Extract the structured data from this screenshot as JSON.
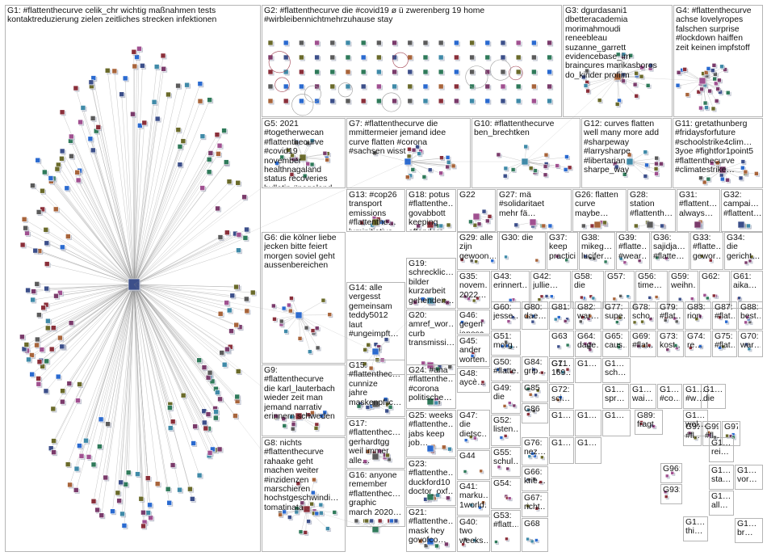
{
  "graph": {
    "groups": [
      {
        "id": "G1",
        "lines": [
          "G1: #flattenthecurve celik_chr wichtig maßnahmen tests",
          "kontaktreduzierung zielen zeitliches strecken infektionen"
        ]
      },
      {
        "id": "G2",
        "lines": [
          "G2: #flattenthecurve die #covid19 ø ü zwerenberg 19 home",
          "#wirbleibennichtmehrzuhause stay"
        ]
      },
      {
        "id": "G3",
        "lines": [
          "G3: dgurdasani1",
          "dbetteracademia",
          "morimahmoudi",
          "reneebleau",
          "suzanne_garrett",
          "evidencebase_im",
          "braincures marikasboros",
          "do_kinder profiim"
        ]
      },
      {
        "id": "G4",
        "lines": [
          "G4: #flattenthecurve",
          "achse lovelyropes",
          "falschen surprise",
          "#lockdown haiffen",
          "zeit keinen impfstoff"
        ]
      },
      {
        "id": "G5",
        "lines": [
          "G5: 2021",
          "#togetherwecan",
          "#flattenthecurve",
          "#covid19",
          "november",
          "healthnagaland",
          "status recoveries",
          "bulletin #nagaland"
        ]
      },
      {
        "id": "G7",
        "lines": [
          "G7: #flattenthecurve die",
          "mmittermeier jemand idee",
          "curve flatten #corona",
          "#sachsen wisst"
        ]
      },
      {
        "id": "G10",
        "lines": [
          "G10: #flattenthecurve",
          "ben_brechtken"
        ]
      },
      {
        "id": "G12",
        "lines": [
          "G12: curves flatten",
          "well many more add",
          "#sharpeway",
          "#larrysharpe",
          "#libertarian",
          "sharpe_way"
        ]
      },
      {
        "id": "G11",
        "lines": [
          "G11: gretathunberg",
          "#fridaysforfuture",
          "#schoolstrike4clim…",
          "3yoe #fightfor1point5",
          "#flattenthecurve",
          "#climatestrike…"
        ]
      },
      {
        "id": "G13",
        "lines": [
          "G13: #cop26",
          "transport",
          "emissions",
          "#flattenthe…",
          "luminitiative…"
        ]
      },
      {
        "id": "G18",
        "lines": [
          "G18: potus",
          "#flattenthe…",
          "govabbott",
          "keeping",
          "offenders…"
        ]
      },
      {
        "id": "G22",
        "lines": [
          "G22"
        ]
      },
      {
        "id": "G27",
        "lines": [
          "G27: mä",
          "#solidaritaet",
          "mehr fä…"
        ]
      },
      {
        "id": "G26",
        "lines": [
          "G26: flatten",
          "curve",
          "maybe…"
        ]
      },
      {
        "id": "G28",
        "lines": [
          "G28:",
          "station",
          "#flattenth…"
        ]
      },
      {
        "id": "G31",
        "lines": [
          "G31:",
          "#flattent…",
          "always…"
        ]
      },
      {
        "id": "G32",
        "lines": [
          "G32:",
          "campai…",
          "#flattent…"
        ]
      },
      {
        "id": "G6",
        "lines": [
          "G6: die kölner liebe",
          "jecken bitte feiert",
          "morgen soviel geht",
          "aussenbereichen"
        ]
      },
      {
        "id": "G29",
        "lines": [
          "G29: alle",
          "zijn",
          "gewoon…"
        ]
      },
      {
        "id": "G30",
        "lines": [
          "G30: die"
        ]
      },
      {
        "id": "G37",
        "lines": [
          "G37:",
          "keep",
          "practici…"
        ]
      },
      {
        "id": "G38",
        "lines": [
          "G38:",
          "mikeg…",
          "lucifer…"
        ]
      },
      {
        "id": "G39",
        "lines": [
          "G39:",
          "#flatte…",
          "#wear…"
        ]
      },
      {
        "id": "G36",
        "lines": [
          "G36:",
          "sajidja…",
          "#flatte…"
        ]
      },
      {
        "id": "G33",
        "lines": [
          "G33:",
          "#flatte…",
          "gewor…"
        ]
      },
      {
        "id": "G34",
        "lines": [
          "G34:",
          "die",
          "gericht…"
        ]
      },
      {
        "id": "G19",
        "lines": [
          "G19:",
          "schrecklic…",
          "bilder",
          "kurzarbeit",
          "gehenden…"
        ]
      },
      {
        "id": "G35",
        "lines": [
          "G35:",
          "novem…",
          "2022…"
        ]
      },
      {
        "id": "G43",
        "lines": [
          "G43:",
          "erinnert…"
        ]
      },
      {
        "id": "G42",
        "lines": [
          "G42:",
          "jullie…"
        ]
      },
      {
        "id": "G58",
        "lines": [
          "G58:",
          "die"
        ]
      },
      {
        "id": "G57",
        "lines": [
          "G57:"
        ]
      },
      {
        "id": "G56",
        "lines": [
          "G56:",
          "time…"
        ]
      },
      {
        "id": "G59",
        "lines": [
          "G59:",
          "weihn…"
        ]
      },
      {
        "id": "G62",
        "lines": [
          "G62:"
        ]
      },
      {
        "id": "G61",
        "lines": [
          "G61:",
          "aika…"
        ]
      },
      {
        "id": "G14",
        "lines": [
          "G14: alle",
          "vergesst",
          "gemeinsam",
          "teddy5012",
          "laut",
          "#ungeimpft…"
        ]
      },
      {
        "id": "G20",
        "lines": [
          "G20:",
          "amref_wor…",
          "curb",
          "transmissi…"
        ]
      },
      {
        "id": "G46",
        "lines": [
          "G46:",
          "gegen",
          "janosc…"
        ]
      },
      {
        "id": "G60",
        "lines": [
          "G60:",
          "jesse…"
        ]
      },
      {
        "id": "G80",
        "lines": [
          "G80:",
          "dae…"
        ]
      },
      {
        "id": "G81",
        "lines": [
          "G81:"
        ]
      },
      {
        "id": "G82",
        "lines": [
          "G82:",
          "war…"
        ]
      },
      {
        "id": "G77",
        "lines": [
          "G77:",
          "supe…"
        ]
      },
      {
        "id": "G78",
        "lines": [
          "G78:",
          "scho…"
        ]
      },
      {
        "id": "G79",
        "lines": [
          "G79:",
          "#flat…"
        ]
      },
      {
        "id": "G83",
        "lines": [
          "G83:",
          "rion"
        ]
      },
      {
        "id": "G87",
        "lines": [
          "G87:",
          "#flat…"
        ]
      },
      {
        "id": "G88",
        "lines": [
          "G88:",
          "best…"
        ]
      },
      {
        "id": "G51",
        "lines": [
          "G51:",
          "morg…"
        ]
      },
      {
        "id": "G63",
        "lines": [
          "G63"
        ]
      },
      {
        "id": "G64",
        "lines": [
          "G64:",
          "dage…"
        ]
      },
      {
        "id": "G65",
        "lines": [
          "G65:",
          "caus…"
        ]
      },
      {
        "id": "G69",
        "lines": [
          "G69:",
          "#flat…"
        ]
      },
      {
        "id": "G73",
        "lines": [
          "G73:",
          "kost…"
        ]
      },
      {
        "id": "G74",
        "lines": [
          "G74:",
          "re…"
        ]
      },
      {
        "id": "G75",
        "lines": [
          "G75:",
          "#flat…"
        ]
      },
      {
        "id": "G70",
        "lines": [
          "G70:",
          "war…"
        ]
      },
      {
        "id": "G9",
        "lines": [
          "G9:",
          "#flattenthecurve",
          "die karl_lauterbach",
          "wieder zeit man",
          "jemand narrativ",
          "erinnern schweden"
        ]
      },
      {
        "id": "G15",
        "lines": [
          "G15:",
          "#flattenthec…",
          "cunnize",
          "jahre",
          "maskenpflic…"
        ]
      },
      {
        "id": "G24",
        "lines": [
          "G24: #aha",
          "#flattenthe…",
          "#corona",
          "politische…"
        ]
      },
      {
        "id": "G45",
        "lines": [
          "G45:",
          "ander",
          "worten…"
        ]
      },
      {
        "id": "G84",
        "lines": [
          "G84:",
          "grip…"
        ]
      },
      {
        "id": "G71",
        "lines": [
          "G71"
        ]
      },
      {
        "id": "G50",
        "lines": [
          "G50:",
          "#flatte…"
        ]
      },
      {
        "id": "G48",
        "lines": [
          "G48:",
          "aycè…"
        ]
      },
      {
        "id": "G85",
        "lines": [
          "G85"
        ]
      },
      {
        "id": "G72",
        "lines": [
          "G72:",
          "sci…"
        ]
      },
      {
        "id": "G49",
        "lines": [
          "G49:",
          "die"
        ]
      },
      {
        "id": "G86",
        "lines": [
          "G86"
        ]
      },
      {
        "id": "G25",
        "lines": [
          "G25: weeks",
          "#flattenthe…",
          "jabs keep",
          "job…"
        ]
      },
      {
        "id": "G47",
        "lines": [
          "G47:",
          "die",
          "dietsc…"
        ]
      },
      {
        "id": "G17",
        "lines": [
          "G17:",
          "#flattenthec…",
          "gerhardtgg",
          "weil immer",
          "alle…"
        ]
      },
      {
        "id": "G52",
        "lines": [
          "G52:",
          "listen…"
        ]
      },
      {
        "id": "G76",
        "lines": [
          "G76:",
          "nez…"
        ]
      },
      {
        "id": "G44",
        "lines": [
          "G44"
        ]
      },
      {
        "id": "G23",
        "lines": [
          "G23:",
          "#flattenthe…",
          "duckford10",
          "doctor_oxf…"
        ]
      },
      {
        "id": "G55",
        "lines": [
          "G55:",
          "schul…"
        ]
      },
      {
        "id": "G66",
        "lines": [
          "G66:",
          "krie…"
        ]
      },
      {
        "id": "G8",
        "lines": [
          "G8: nichts",
          "#flattenthecurve",
          "rahaake geht",
          "machen weiter",
          "#inzidenzen",
          "marschieren",
          "hochstgeschwindi…",
          "tomatinata"
        ]
      },
      {
        "id": "G41",
        "lines": [
          "G41:",
          "marku…",
          "1world…"
        ]
      },
      {
        "id": "G16",
        "lines": [
          "G16: anyone",
          "remember",
          "#flattenthec…",
          "graphic",
          "march 2020…"
        ]
      },
      {
        "id": "G54",
        "lines": [
          "G54:"
        ]
      },
      {
        "id": "G67",
        "lines": [
          "G67:",
          "richt…"
        ]
      },
      {
        "id": "G21",
        "lines": [
          "G21:",
          "#flattenthe…",
          "mask hey",
          "govofco…"
        ]
      },
      {
        "id": "G40",
        "lines": [
          "G40:",
          "two",
          "weeks…"
        ]
      },
      {
        "id": "G53",
        "lines": [
          "G53:",
          "#flatt…"
        ]
      },
      {
        "id": "G68",
        "lines": [
          "G68"
        ]
      },
      {
        "id": "G89",
        "lines": [
          "G89:",
          "fragt"
        ]
      },
      {
        "id": "G91",
        "lines": [
          "G91:",
          "#fl…"
        ]
      },
      {
        "id": "G99",
        "lines": [
          "G99:",
          "#fl…"
        ]
      },
      {
        "id": "G97",
        "lines": [
          "G97:"
        ]
      },
      {
        "id": "G96",
        "lines": [
          "G96:"
        ]
      },
      {
        "id": "G93",
        "lines": [
          "G93:"
        ]
      }
    ],
    "small_tiles": [
      {
        "text": "G1…"
      },
      {
        "text": "G1…"
      },
      {
        "text": "G1…"
      },
      {
        "text": "G1…"
      },
      {
        "text": "G1…"
      },
      {
        "text": "G1…\n169…"
      },
      {
        "text": "G1…"
      },
      {
        "text": "G1…\nsch…"
      },
      {
        "text": "G1…\nspr…"
      },
      {
        "text": "G1…\nwai…"
      },
      {
        "text": "G1…\n#co…"
      },
      {
        "text": "G1…\n#w…"
      },
      {
        "text": "G1…\nwol…"
      },
      {
        "text": "G1…\ndie"
      },
      {
        "text": "G1…\nrei…"
      },
      {
        "text": "G1…\nvor…"
      },
      {
        "text": "G1…\nall…"
      },
      {
        "text": "G1…\nthi…"
      },
      {
        "text": "G1…\nbr…"
      },
      {
        "text": "G1…\nsta…"
      }
    ]
  },
  "colors": {
    "border": "#b5b5b5",
    "edge": "#8c8c8c",
    "node_fill": "#4a5a8c",
    "node_shadow": "#9aa0b4",
    "hub": "#3a3f5c"
  }
}
